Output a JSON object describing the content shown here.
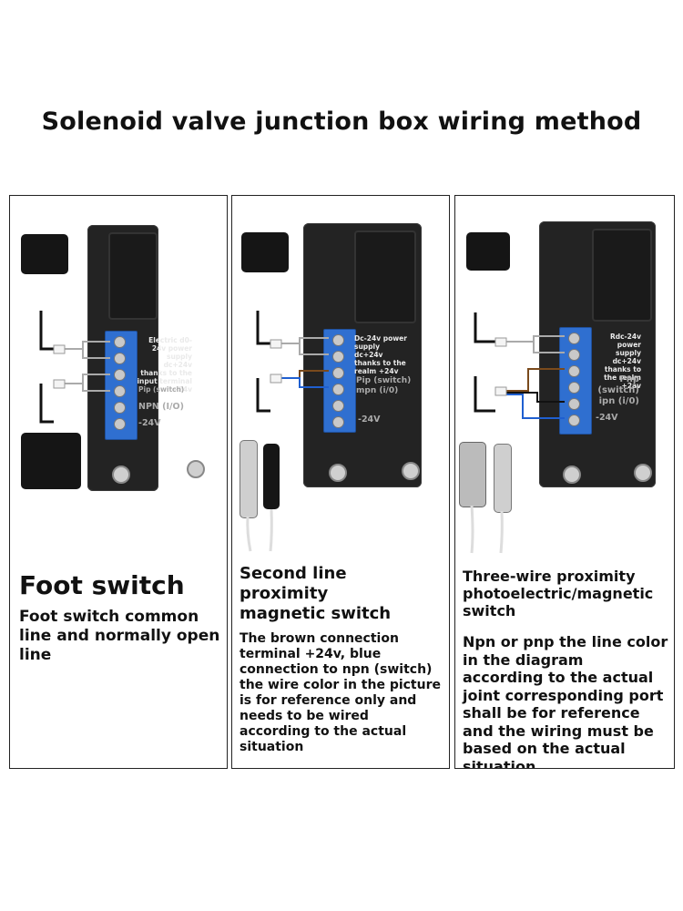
{
  "title": "Solenoid valve junction box wiring method",
  "panels": [
    {
      "box_label_1": "Electric d0-24v power supply dc+24v thanks to the input terminal +24v",
      "box_label_2": "Pip (switch)",
      "box_label_3": "NPN (I/O)",
      "box_label_4": "-24V",
      "heading": "Foot switch",
      "description": "Foot switch common line and normally open line"
    },
    {
      "box_label_1": "Dc-24v power supply dc+24v thanks to the realm +24v",
      "box_label_2": "Pip (switch) mpn (i/0)",
      "box_label_3": "-24V",
      "heading": "Second line proximity magnetic switch",
      "description": "The brown connection terminal +24v, blue connection to npn (switch) the wire color in the picture is for reference only and needs to be wired according to the actual situation"
    },
    {
      "box_label_1": "Rdc-24v power supply dc+24v thanks to the realm +2av",
      "box_label_2": "Pnp (switch) ipn (i/0)",
      "box_label_3": "-24V",
      "heading": "Three-wire proximity photoelectric/magnetic switch",
      "description": "Npn or pnp the line color in the diagram according to the actual joint corresponding port shall be for reference and the wiring must be based on the actual situation"
    }
  ],
  "colors": {
    "terminal_blue": "#2f6fd0",
    "wire_brown": "#7a4a1c",
    "wire_blue": "#1f5fd0",
    "wire_black": "#111111"
  }
}
